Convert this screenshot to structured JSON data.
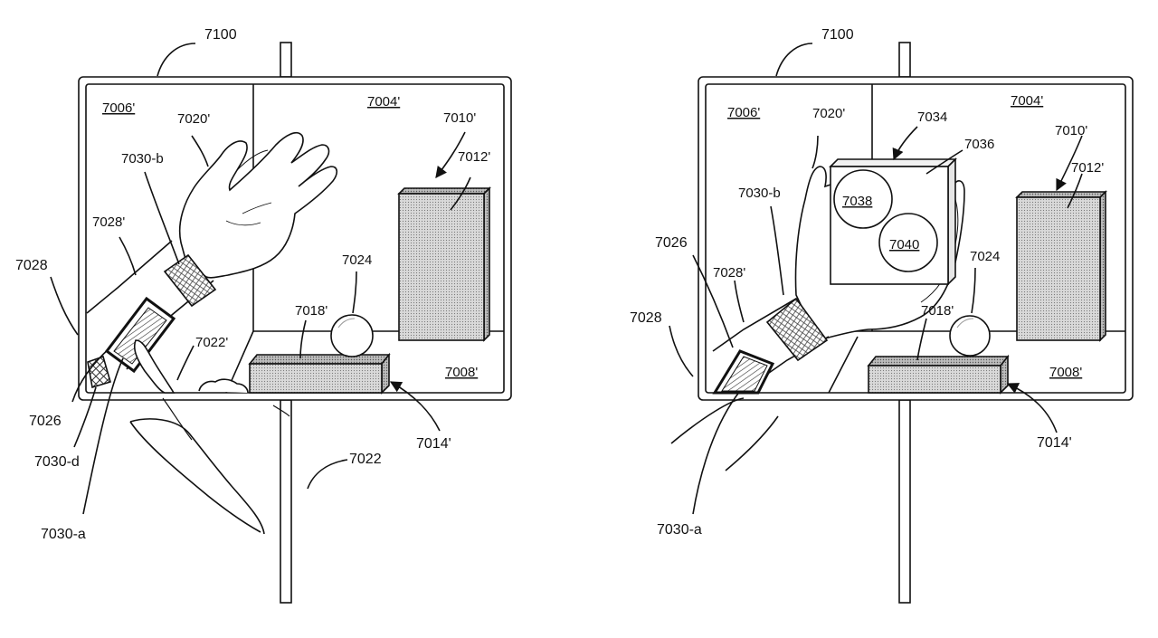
{
  "colors": {
    "line": "#111111",
    "shade": "#cfcfcf",
    "shade_dark": "#b8b8b8",
    "background": "#ffffff"
  },
  "figure_left": {
    "device": "7100",
    "room_left": "7006'",
    "room_back": "7004'",
    "floor": "7008'",
    "hand": "7020'",
    "band_b": "7030-b",
    "arm_vr": "7028'",
    "arm": "7028",
    "object_label": "7010'",
    "box_tall": "7012'",
    "sphere": "7024",
    "box_low": "7018'",
    "finger_vr": "7022'",
    "ref_7026": "7026",
    "band_d": "7030-d",
    "band_a": "7030-a",
    "finger": "7022",
    "arrow_box": "7014'"
  },
  "figure_right": {
    "device": "7100",
    "room_left": "7006'",
    "room_back": "7004'",
    "floor": "7008'",
    "hand": "7020'",
    "menu": "7034",
    "menu_panel": "7036",
    "button_a": "7038",
    "button_b": "7040",
    "object_label": "7010'",
    "box_tall": "7012'",
    "band_b": "7030-b",
    "ref_7026": "7026",
    "arm_vr": "7028'",
    "sphere": "7024",
    "arm": "7028",
    "box_low": "7018'",
    "band_a": "7030-a",
    "arrow_box": "7014'"
  }
}
